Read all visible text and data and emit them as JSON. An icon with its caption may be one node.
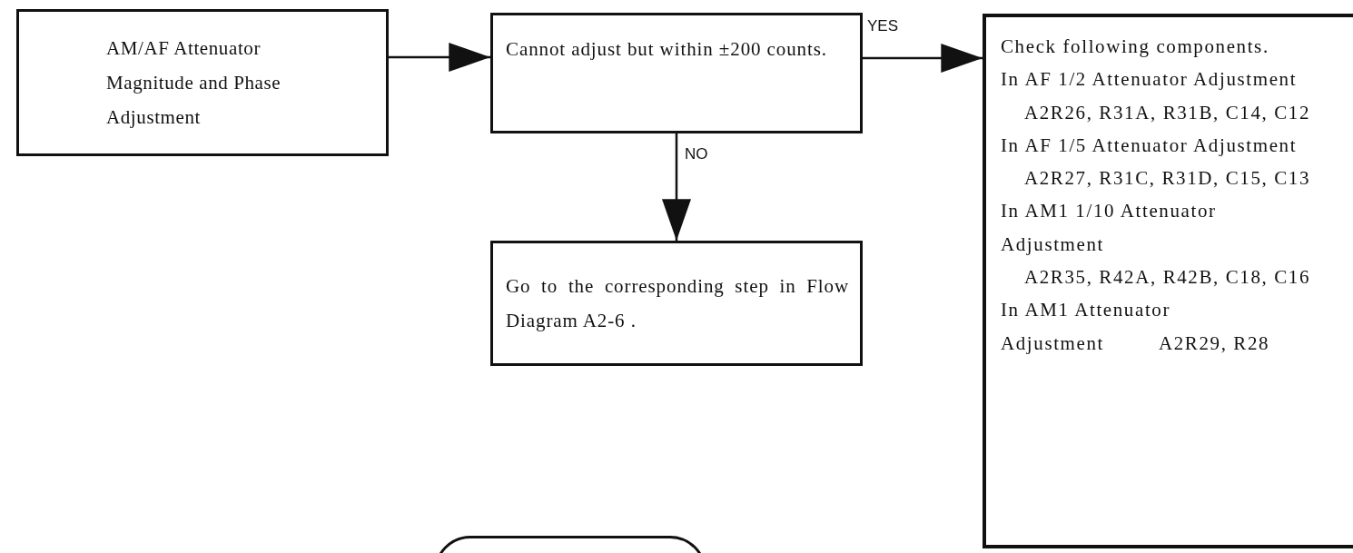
{
  "diagram": {
    "nodes": [
      {
        "text": [
          "AM/AF Attenuator Magnitude and Phase Adjustment"
        ]
      },
      {
        "text": [
          "Cannot adjust but within ±200 counts."
        ]
      },
      {
        "text": [
          "Go to the corresponding step in Flow Diagram  A2-6 ."
        ]
      },
      {
        "text": [
          "Check following components.",
          "In AF 1/2 Attenuator Adjustment",
          "A2R26, R31A, R31B, C14, C12",
          "In AF 1/5 Attenuator Adjustment",
          "A2R27, R31C, R31D, C15, C13",
          "In AM1 1/10 Attenuator Adjustment",
          "A2R35, R42A, R42B, C18, C16",
          "In AM1 Attenuator Adjustment",
          "A2R29, R28"
        ]
      },
      {
        "text": [],
        "shape": "box"
      }
    ],
    "edges": [
      {
        "from": 0,
        "to": 1,
        "arrow": "to"
      },
      {
        "from": 1,
        "to": 3,
        "arrow": "to",
        "label": "YES"
      },
      {
        "from": 1,
        "to": 2,
        "arrow": "to",
        "label": "NO"
      }
    ]
  }
}
